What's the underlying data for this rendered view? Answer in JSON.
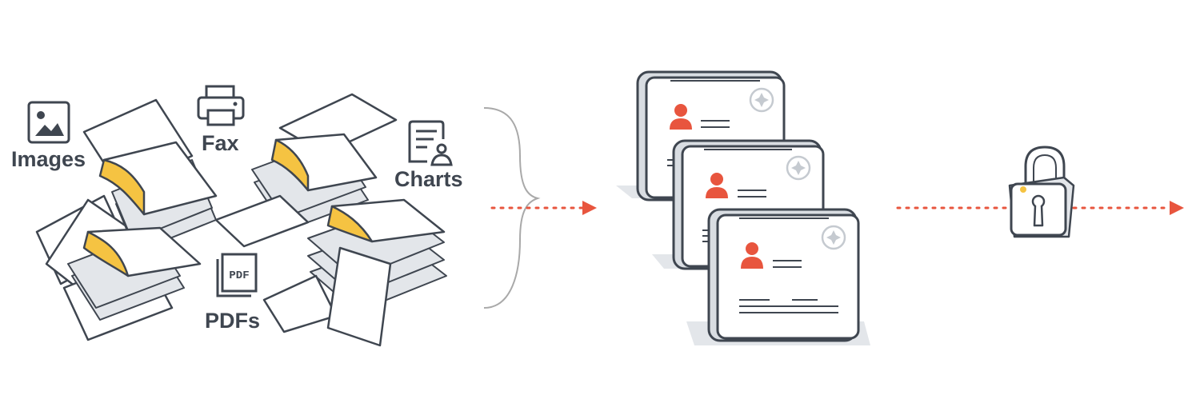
{
  "labels": {
    "images": "Images",
    "fax": "Fax",
    "charts": "Charts",
    "pdfs": "PDFs",
    "pdf_icon_text": "PDF"
  },
  "colors": {
    "outline": "#3f4650",
    "accent_red": "#e8553e",
    "sticky_yellow": "#f5c342",
    "shadow_gray": "#e3e6ea",
    "brace_gray": "#a9a9a9"
  },
  "icons": [
    "image-icon",
    "printer-icon",
    "chart-document-icon",
    "pdf-file-icon",
    "person-icon",
    "star-badge-icon",
    "padlock-icon",
    "arrow-right-icon"
  ]
}
